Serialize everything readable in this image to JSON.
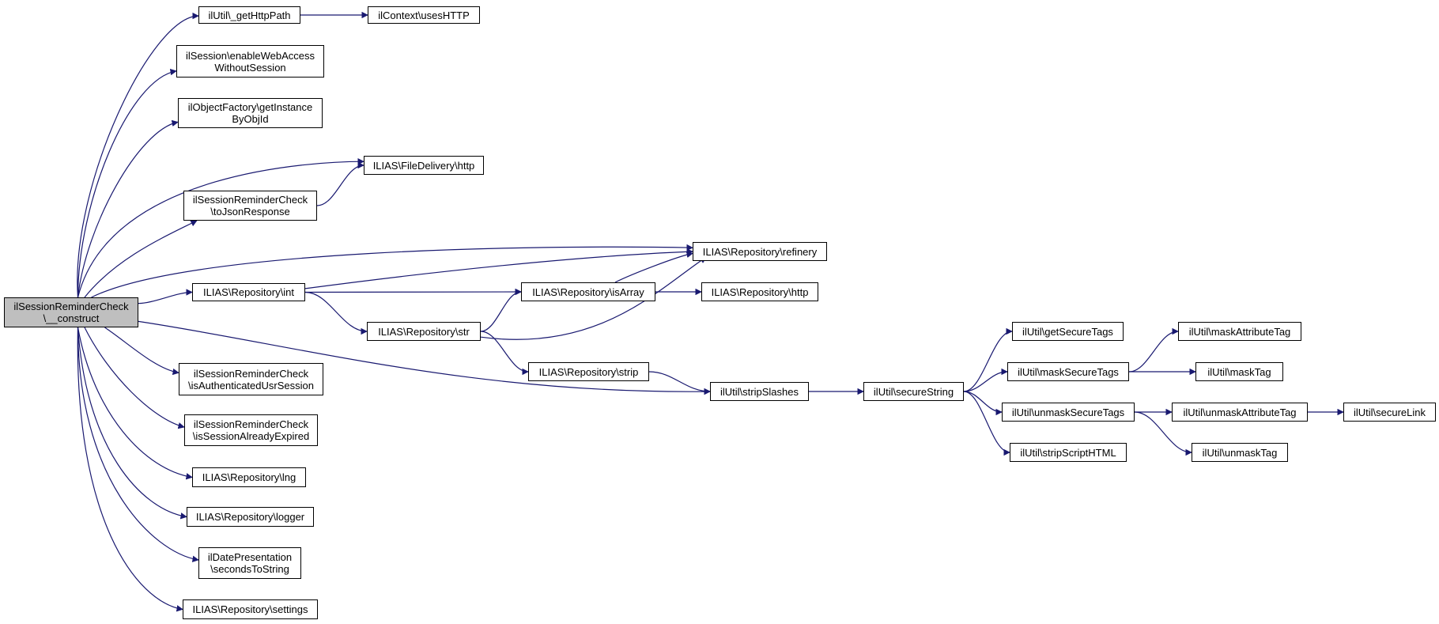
{
  "graph": {
    "edge_color": "#191970",
    "root_fill": "#bfbfbf",
    "node_fill": "#ffffff",
    "nodes": {
      "root": "ilSessionReminderCheck\n\\__construct",
      "getHttpPath": "ilUtil\\_getHttpPath",
      "usesHTTP": "ilContext\\usesHTTP",
      "enableWebAccess": "ilSession\\enableWebAccess\nWithoutSession",
      "getInstanceByObjId": "ilObjectFactory\\getInstance\nByObjId",
      "fileDeliveryHttp": "ILIAS\\FileDelivery\\http",
      "toJsonResponse": "ilSessionReminderCheck\n\\toJsonResponse",
      "refinery": "ILIAS\\Repository\\refinery",
      "repoInt": "ILIAS\\Repository\\int",
      "isArray": "ILIAS\\Repository\\isArray",
      "repoHttp": "ILIAS\\Repository\\http",
      "repoStr": "ILIAS\\Repository\\str",
      "repoStrip": "ILIAS\\Repository\\strip",
      "stripSlashes": "ilUtil\\stripSlashes",
      "secureString": "ilUtil\\secureString",
      "getSecureTags": "ilUtil\\getSecureTags",
      "maskSecureTags": "ilUtil\\maskSecureTags",
      "unmaskSecureTags": "ilUtil\\unmaskSecureTags",
      "stripScriptHTML": "ilUtil\\stripScriptHTML",
      "maskAttributeTag": "ilUtil\\maskAttributeTag",
      "maskTag": "ilUtil\\maskTag",
      "unmaskAttributeTag": "ilUtil\\unmaskAttributeTag",
      "unmaskTag": "ilUtil\\unmaskTag",
      "secureLink": "ilUtil\\secureLink",
      "isAuthenticated": "ilSessionReminderCheck\n\\isAuthenticatedUsrSession",
      "isExpired": "ilSessionReminderCheck\n\\isSessionAlreadyExpired",
      "lng": "ILIAS\\Repository\\lng",
      "logger": "ILIAS\\Repository\\logger",
      "secondsToString": "ilDatePresentation\n\\secondsToString",
      "settings": "ILIAS\\Repository\\settings"
    },
    "edges": [
      [
        "root",
        "getHttpPath"
      ],
      [
        "getHttpPath",
        "usesHTTP"
      ],
      [
        "root",
        "enableWebAccess"
      ],
      [
        "root",
        "getInstanceByObjId"
      ],
      [
        "root",
        "fileDeliveryHttp"
      ],
      [
        "root",
        "toJsonResponse"
      ],
      [
        "toJsonResponse",
        "fileDeliveryHttp"
      ],
      [
        "root",
        "refinery"
      ],
      [
        "root",
        "repoInt"
      ],
      [
        "repoInt",
        "refinery"
      ],
      [
        "repoInt",
        "isArray"
      ],
      [
        "repoInt",
        "repoStr"
      ],
      [
        "isArray",
        "refinery"
      ],
      [
        "isArray",
        "repoHttp"
      ],
      [
        "repoStr",
        "isArray"
      ],
      [
        "repoStr",
        "refinery"
      ],
      [
        "repoStr",
        "repoStrip"
      ],
      [
        "repoStrip",
        "stripSlashes"
      ],
      [
        "root",
        "stripSlashes"
      ],
      [
        "stripSlashes",
        "secureString"
      ],
      [
        "secureString",
        "getSecureTags"
      ],
      [
        "secureString",
        "maskSecureTags"
      ],
      [
        "secureString",
        "unmaskSecureTags"
      ],
      [
        "secureString",
        "stripScriptHTML"
      ],
      [
        "maskSecureTags",
        "maskAttributeTag"
      ],
      [
        "maskSecureTags",
        "maskTag"
      ],
      [
        "unmaskSecureTags",
        "unmaskAttributeTag"
      ],
      [
        "unmaskSecureTags",
        "unmaskTag"
      ],
      [
        "unmaskAttributeTag",
        "secureLink"
      ],
      [
        "root",
        "isAuthenticated"
      ],
      [
        "root",
        "isExpired"
      ],
      [
        "root",
        "lng"
      ],
      [
        "root",
        "logger"
      ],
      [
        "root",
        "secondsToString"
      ],
      [
        "root",
        "settings"
      ]
    ]
  }
}
